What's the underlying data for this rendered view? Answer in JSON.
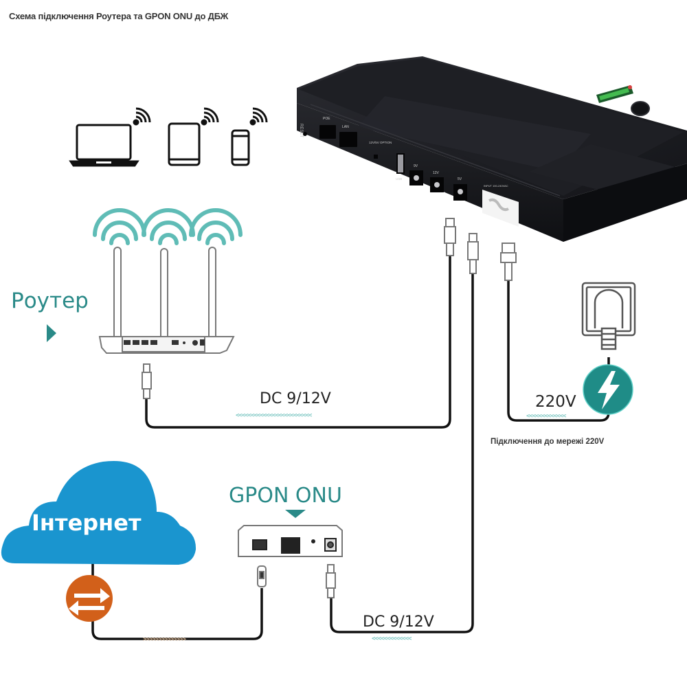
{
  "title": "Схема підключення Роутера та GPON ONU до ДБЖ",
  "colors": {
    "teal": "#2a8a88",
    "cloud_blue": "#1a95cf",
    "orange": "#d2601a",
    "ups_body": "#1c1d22",
    "cable": "#111111",
    "arrow_teal": "#7cc6c2",
    "arrow_orange": "#d6b28e"
  },
  "devices_wifi": [
    {
      "name": "laptop",
      "icon": "laptop-icon"
    },
    {
      "name": "tablet",
      "icon": "tablet-icon"
    },
    {
      "name": "smartphone",
      "icon": "smartphone-icon"
    }
  ],
  "ups": {
    "port_labels": {
      "reset": "RESET",
      "poe": "POE",
      "lan": "LAN",
      "switch": "12V/5V OPTION",
      "usb": "USB",
      "out_9v": "9V",
      "out_12v": "12V",
      "out_5v": "5V",
      "input": "INPUT 100-240VAC"
    }
  },
  "router": {
    "label": "Роутер"
  },
  "internet": {
    "label": "Інтернет"
  },
  "gpon": {
    "label": "GPON ONU"
  },
  "links": {
    "router_power": {
      "label": "DC 9/12V",
      "arrows": "<<<<<<<<<<<<<<<<<<<<<<<<<"
    },
    "gpon_power": {
      "label": "DC 9/12V",
      "arrows": "<<<<<<<<<<<<<"
    },
    "mains": {
      "label": "220V",
      "arrows": "<<<<<<<<<<<<<",
      "caption": "Підключення до мережі 220V"
    },
    "internet_line": {
      "arrows": ">>>>>>>>>>>>>>"
    }
  }
}
